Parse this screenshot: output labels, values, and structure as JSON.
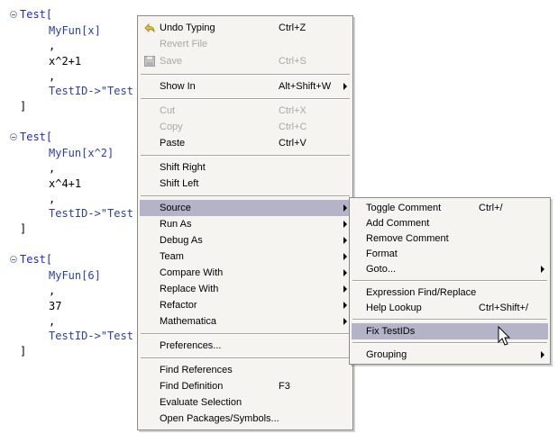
{
  "editor": {
    "blocks": [
      {
        "head": "Test[",
        "arg": "MyFun[x]",
        "comma1": ",",
        "expr": "x^2+1",
        "comma2": ",",
        "testid": "TestID->\"Test",
        "close": "]"
      },
      {
        "head": "Test[",
        "arg": "MyFun[x^2]",
        "comma1": ",",
        "expr": "x^4+1",
        "comma2": ",",
        "testid": "TestID->\"Test",
        "close": "]"
      },
      {
        "head": "Test[",
        "arg": "MyFun[6]",
        "comma1": ",",
        "expr": "37",
        "comma2": ",",
        "testid": "TestID->\"Test",
        "close": "]"
      }
    ]
  },
  "context_menu": {
    "undo": {
      "label": "Undo Typing",
      "shortcut": "Ctrl+Z",
      "icon": "undo-icon"
    },
    "revert": {
      "label": "Revert File"
    },
    "save": {
      "label": "Save",
      "shortcut": "Ctrl+S",
      "icon": "save-icon"
    },
    "show_in": {
      "label": "Show In",
      "shortcut": "Alt+Shift+W"
    },
    "cut": {
      "label": "Cut",
      "shortcut": "Ctrl+X"
    },
    "copy": {
      "label": "Copy",
      "shortcut": "Ctrl+C"
    },
    "paste": {
      "label": "Paste",
      "shortcut": "Ctrl+V"
    },
    "shift_right": {
      "label": "Shift Right"
    },
    "shift_left": {
      "label": "Shift Left"
    },
    "source": {
      "label": "Source"
    },
    "run_as": {
      "label": "Run As"
    },
    "debug_as": {
      "label": "Debug As"
    },
    "team": {
      "label": "Team"
    },
    "compare_with": {
      "label": "Compare With"
    },
    "replace_with": {
      "label": "Replace With"
    },
    "refactor": {
      "label": "Refactor"
    },
    "mathematica": {
      "label": "Mathematica"
    },
    "preferences": {
      "label": "Preferences..."
    },
    "find_references": {
      "label": "Find References"
    },
    "find_definition": {
      "label": "Find Definition",
      "shortcut": "F3"
    },
    "evaluate_selection": {
      "label": "Evaluate Selection"
    },
    "open_packages": {
      "label": "Open Packages/Symbols..."
    }
  },
  "source_menu": {
    "toggle_comment": {
      "label": "Toggle Comment",
      "shortcut": "Ctrl+/"
    },
    "add_comment": {
      "label": "Add Comment"
    },
    "remove_comment": {
      "label": "Remove Comment"
    },
    "format": {
      "label": "Format"
    },
    "goto": {
      "label": "Goto..."
    },
    "expression_find_replace": {
      "label": "Expression Find/Replace"
    },
    "help_lookup": {
      "label": "Help Lookup",
      "shortcut": "Ctrl+Shift+/"
    },
    "fix_testids": {
      "label": "Fix TestIDs"
    },
    "grouping": {
      "label": "Grouping"
    }
  },
  "colors": {
    "menu_background": "#f5f4f1",
    "highlight": "#b4b3c7",
    "keyword": "#1c2bd6",
    "disabled_text": "#a9a8a4"
  }
}
